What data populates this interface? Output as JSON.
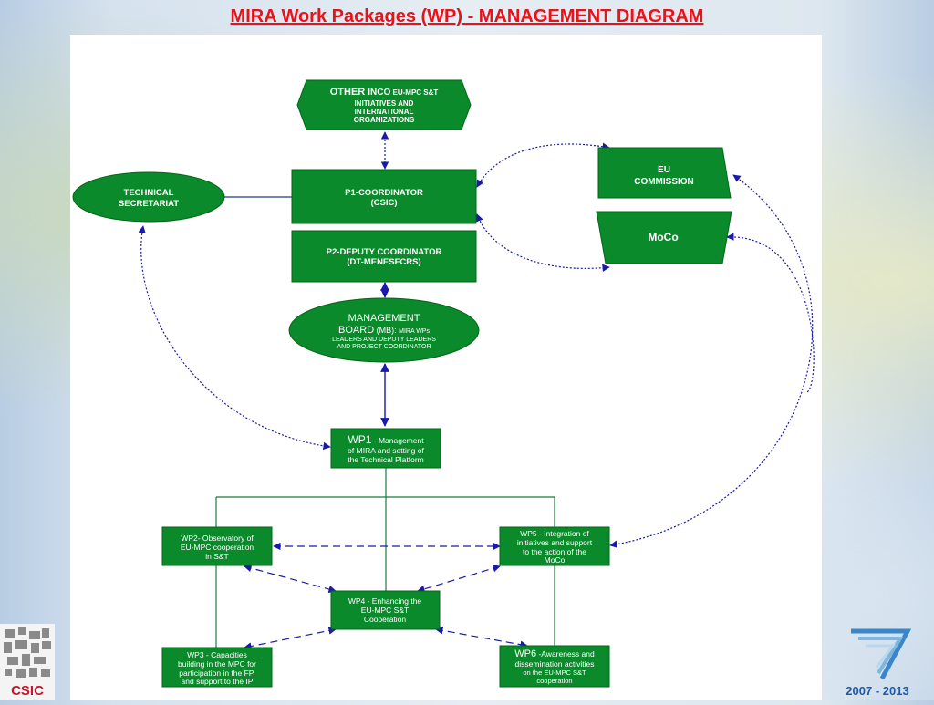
{
  "title": "MIRA Work Packages (WP) - MANAGEMENT DIAGRAM",
  "colors": {
    "box": "#0a8a2a",
    "box_border": "#046618",
    "arrow": "#1a1aa8",
    "line": "#1a7a3a",
    "title": "#e8121a"
  },
  "nodes": {
    "other": {
      "l1a": "OTHER ",
      "l1b": "INCO",
      "l1c": " EU-MPC S&T",
      "l2": "INITIATIVES AND",
      "l3": "INTERNATIONAL",
      "l4": "ORGANIZATIONS"
    },
    "technical": {
      "l1": "TECHNICAL",
      "l2": "SECRETARIAT"
    },
    "p1": {
      "l1": "P1-COORDINATOR",
      "l2": "(CSIC)"
    },
    "p2": {
      "l1": "P2-DEPUTY COORDINATOR",
      "l2": "(DT-MENESFCRS)"
    },
    "eu": {
      "l1": "EU",
      "l2": "COMMISSION"
    },
    "moco": {
      "l1": "MoCo"
    },
    "mb": {
      "l1": "MANAGEMENT",
      "l2a": "BOARD",
      "l2b": " (MB): ",
      "l2c": "MIRA WPs",
      "l3": "LEADERS AND DEPUTY LEADERS",
      "l4": "AND PROJECT COORDINATOR"
    },
    "wp1": {
      "l1a": "WP1",
      "l1b": " - Management",
      "l2": "of MIRA and setting of",
      "l3": "the Technical Platform"
    },
    "wp2": {
      "l1": "WP2- Observatory of",
      "l2": "EU-MPC cooperation",
      "l3": "in S&T"
    },
    "wp5": {
      "l1": "WP5 - Integration of",
      "l2": "initiatives and support",
      "l3": "to the action of the",
      "l4": "MoCo"
    },
    "wp4": {
      "l1": "WP4 - Enhancing the",
      "l2": "EU-MPC S&T",
      "l3": "Cooperation"
    },
    "wp3": {
      "l1": "WP3 - Capacities",
      "l2": "building in the MPC for",
      "l3": "participation in the FP,",
      "l4": "and support to the IP"
    },
    "wp6": {
      "l1a": "WP6",
      "l1b": " -Awareness and",
      "l2": "dissemination activities",
      "l3": "on the EU-MPC S&T",
      "l4": "cooperation"
    }
  },
  "logos": {
    "left": "CSIC",
    "right": "2007 - 2013"
  }
}
